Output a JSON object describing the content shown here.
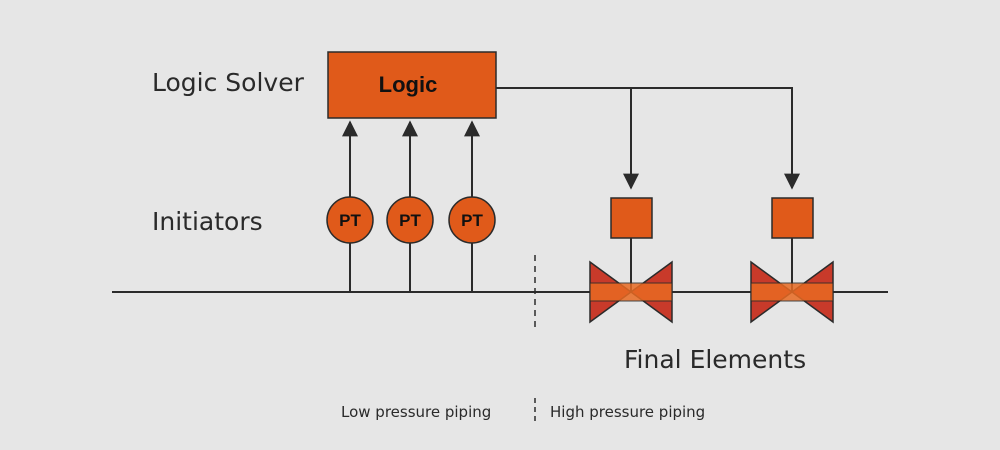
{
  "labels": {
    "logic_solver": "Logic Solver",
    "initiators": "Initiators",
    "final_elements": "Final Elements",
    "low_pressure": "Low pressure piping",
    "high_pressure": "High pressure piping"
  },
  "logic_box": {
    "label": "Logic"
  },
  "transmitters": [
    {
      "label": "PT"
    },
    {
      "label": "PT"
    },
    {
      "label": "PT"
    }
  ],
  "colors": {
    "orange": "#e05a1a",
    "valve_red": "#c83a2a",
    "line": "#2b2b2b",
    "background": "#e6e6e6"
  }
}
